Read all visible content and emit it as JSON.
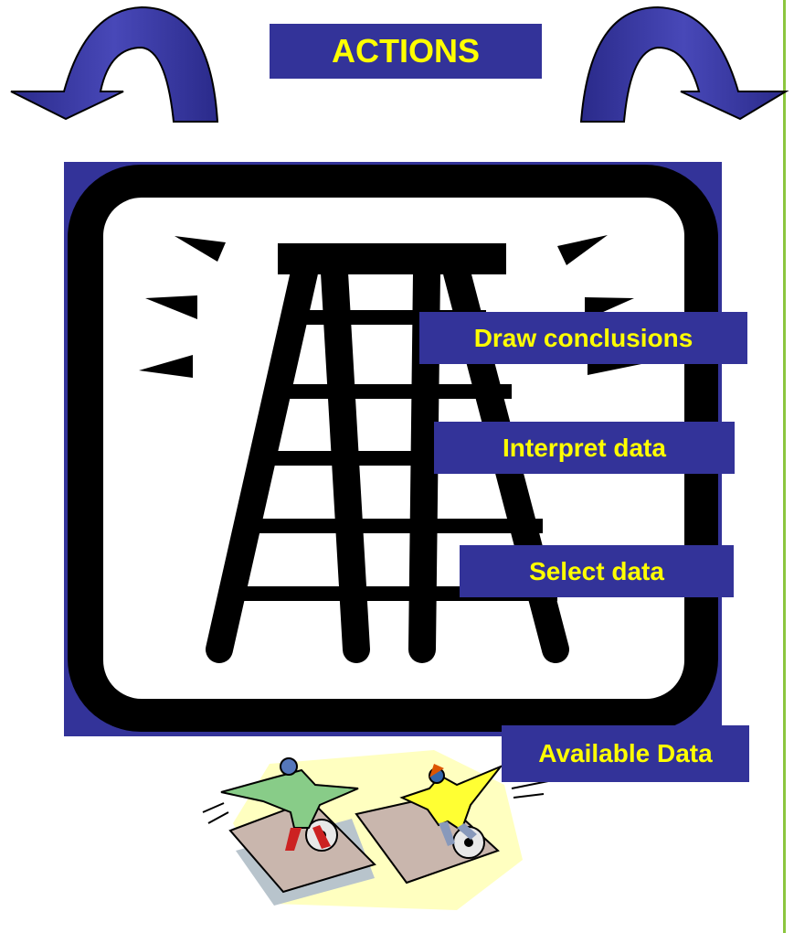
{
  "title": "ACTIONS",
  "steps": [
    {
      "label": "Draw conclusions"
    },
    {
      "label": "Interpret data"
    },
    {
      "label": "Select data"
    }
  ],
  "base_label": "Available Data",
  "colors": {
    "box_fill": "#333399",
    "box_text": "#ffff00",
    "arrow_fill": "#3a3aa8",
    "frame": "#000000",
    "right_rule": "#8cc63f"
  },
  "icons": [
    "curved-arrow-left-icon",
    "curved-arrow-right-icon",
    "ladder-icon",
    "people-on-disks-icon"
  ]
}
